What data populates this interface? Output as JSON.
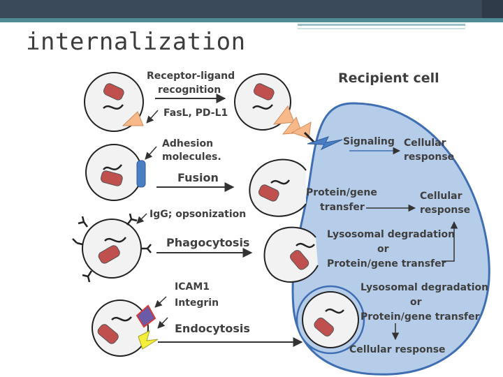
{
  "slide": {
    "title": "internalization"
  },
  "theme": {
    "header_dark": "#3b4a5a",
    "header_teal": "#4f8a95",
    "recipient_fill": "#b6cdea",
    "recipient_stroke": "#3f6fb2",
    "nucleus": "#c0504d",
    "ligand": "#f7b98a",
    "receptor": "#4a7ec4",
    "integrin": "#f3ee3a"
  },
  "diagram": {
    "recipient_cell": "Recipient cell",
    "rows": [
      {
        "id": "receptor-ligand",
        "top_label": [
          "Receptor-ligand",
          "recognition"
        ],
        "side_label": [
          "FasL, PD-L1"
        ],
        "result": [
          "Signaling"
        ],
        "outcome": [
          "Cellular",
          "response"
        ]
      },
      {
        "id": "fusion",
        "top_label": [
          "Adhesion",
          "molecules."
        ],
        "main_label": "Fusion",
        "result": [
          "Protein/gene",
          "transfer"
        ],
        "outcome": [
          "Cellular",
          "response"
        ]
      },
      {
        "id": "phagocytosis",
        "top_label": [
          "IgG; opsonization"
        ],
        "main_label": "Phagocytosis",
        "result": [
          "Lysosomal degradation",
          "or",
          "Protein/gene transfer"
        ]
      },
      {
        "id": "endocytosis",
        "top_label": [
          "ICAM1",
          "Integrin"
        ],
        "main_label": "Endocytosis",
        "result": [
          "Lysosomal degradation",
          "or",
          "Protein/gene transfer"
        ],
        "outcome": [
          "Cellular response"
        ]
      }
    ]
  }
}
